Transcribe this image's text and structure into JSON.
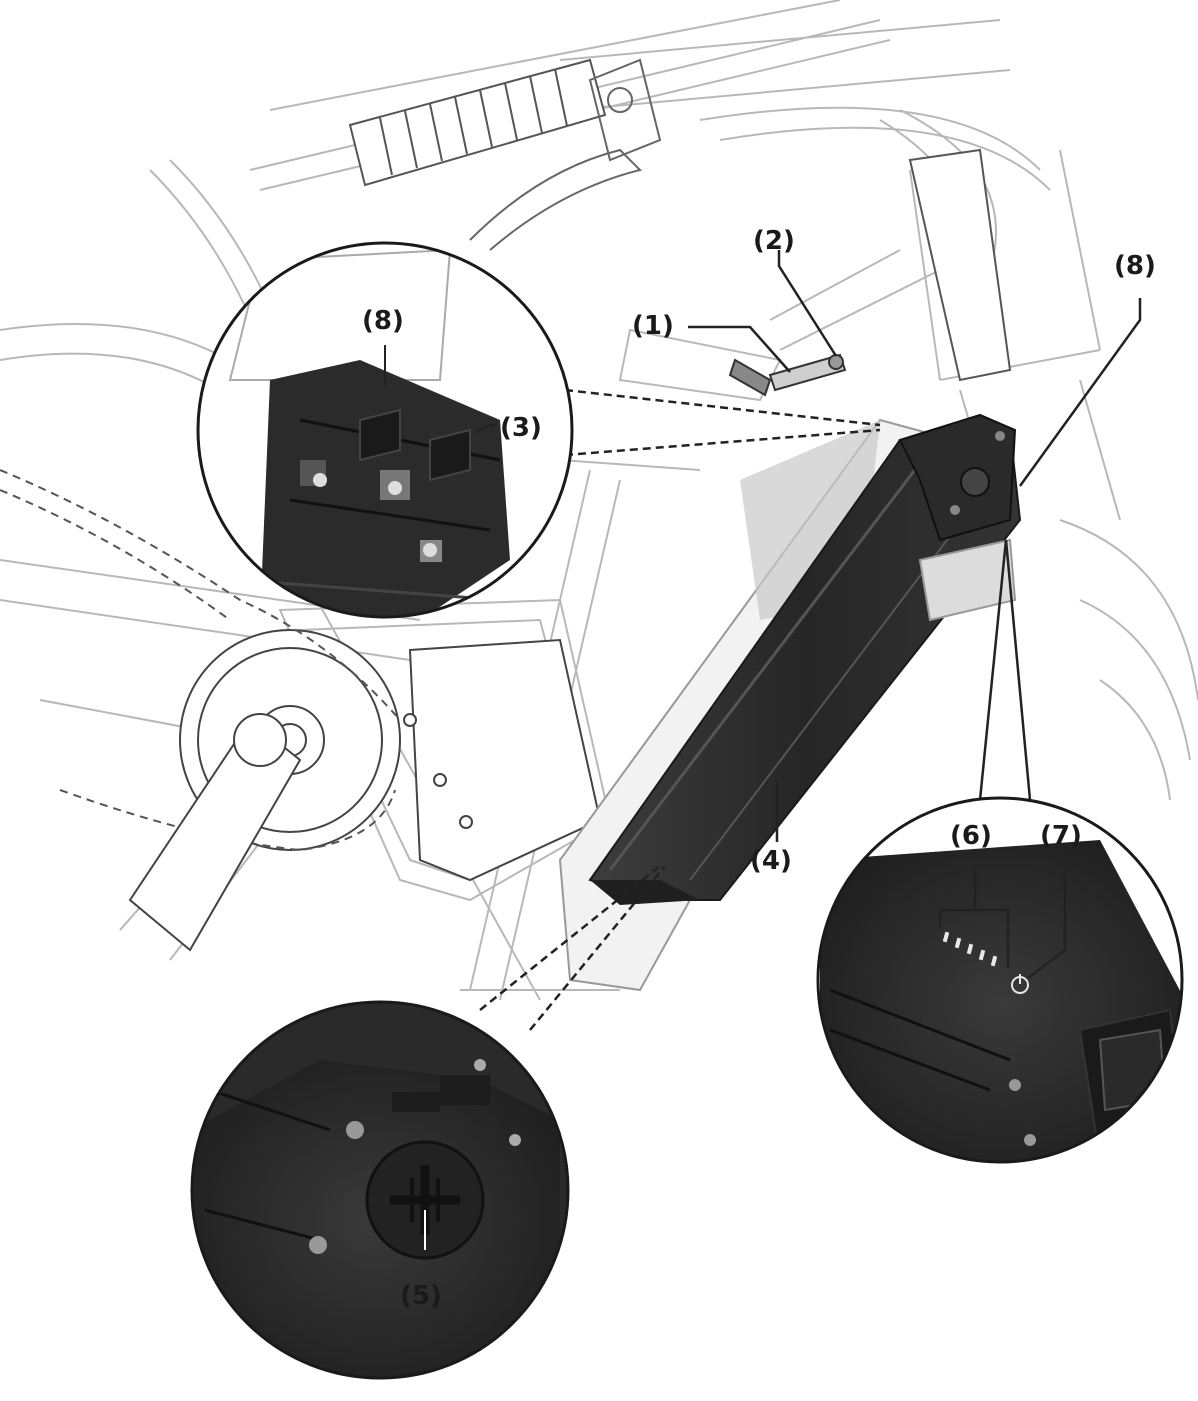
{
  "callouts": {
    "c1": "(1)",
    "c2": "(2)",
    "c3": "(3)",
    "c4": "(4)",
    "c5": "(5)",
    "c6": "(6)",
    "c7": "(7)",
    "c8_top": "(8)",
    "c8_detail": "(8)"
  },
  "colors": {
    "line_art": "#b5b5b5",
    "battery": "#2e2e2e",
    "battery_highlight": "#4a4a4a",
    "leader": "#222222",
    "detail_border": "#1a1a1a"
  }
}
